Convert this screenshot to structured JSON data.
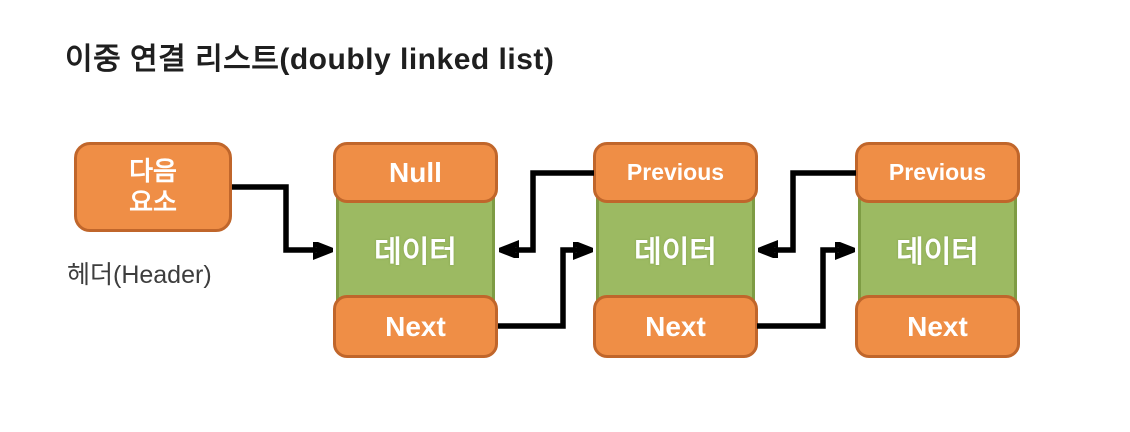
{
  "title": "이중 연결 리스트(doubly linked list)",
  "header": {
    "line1": "다음",
    "line2": "요소",
    "caption": "헤더(Header)"
  },
  "nodes": [
    {
      "top": "Null",
      "middle": "데이터",
      "bottom": "Next"
    },
    {
      "top": "Previous",
      "middle": "데이터",
      "bottom": "Next"
    },
    {
      "top": "Previous",
      "middle": "데이터",
      "bottom": "Next"
    }
  ],
  "colors": {
    "orange-fill": "#EF8E46",
    "orange-border": "#C0662B",
    "green-fill": "#9CBA62",
    "green-border": "#7E9C44",
    "arrow": "#000000",
    "title-text": "#1F1F1F",
    "caption-text": "#3D3D3D",
    "node-text": "#FFFFFF"
  }
}
